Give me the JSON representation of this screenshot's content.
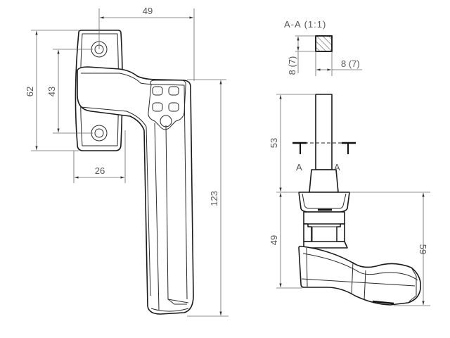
{
  "drawing": {
    "subject": "window handle technical drawing",
    "front_view": {
      "dimensions": {
        "overall_width": "49",
        "base_height": "62",
        "hole_spacing": "43",
        "base_width": "26",
        "handle_length": "123"
      }
    },
    "section_view": {
      "title": "A-A (1:1)",
      "spindle_height_label": "8 (7)",
      "spindle_width_label": "8 (7)"
    },
    "side_view": {
      "section_marker_left": "A",
      "section_marker_right": "A",
      "dimensions": {
        "spindle_length": "53",
        "body_height": "49",
        "overall_height": "59"
      }
    }
  }
}
